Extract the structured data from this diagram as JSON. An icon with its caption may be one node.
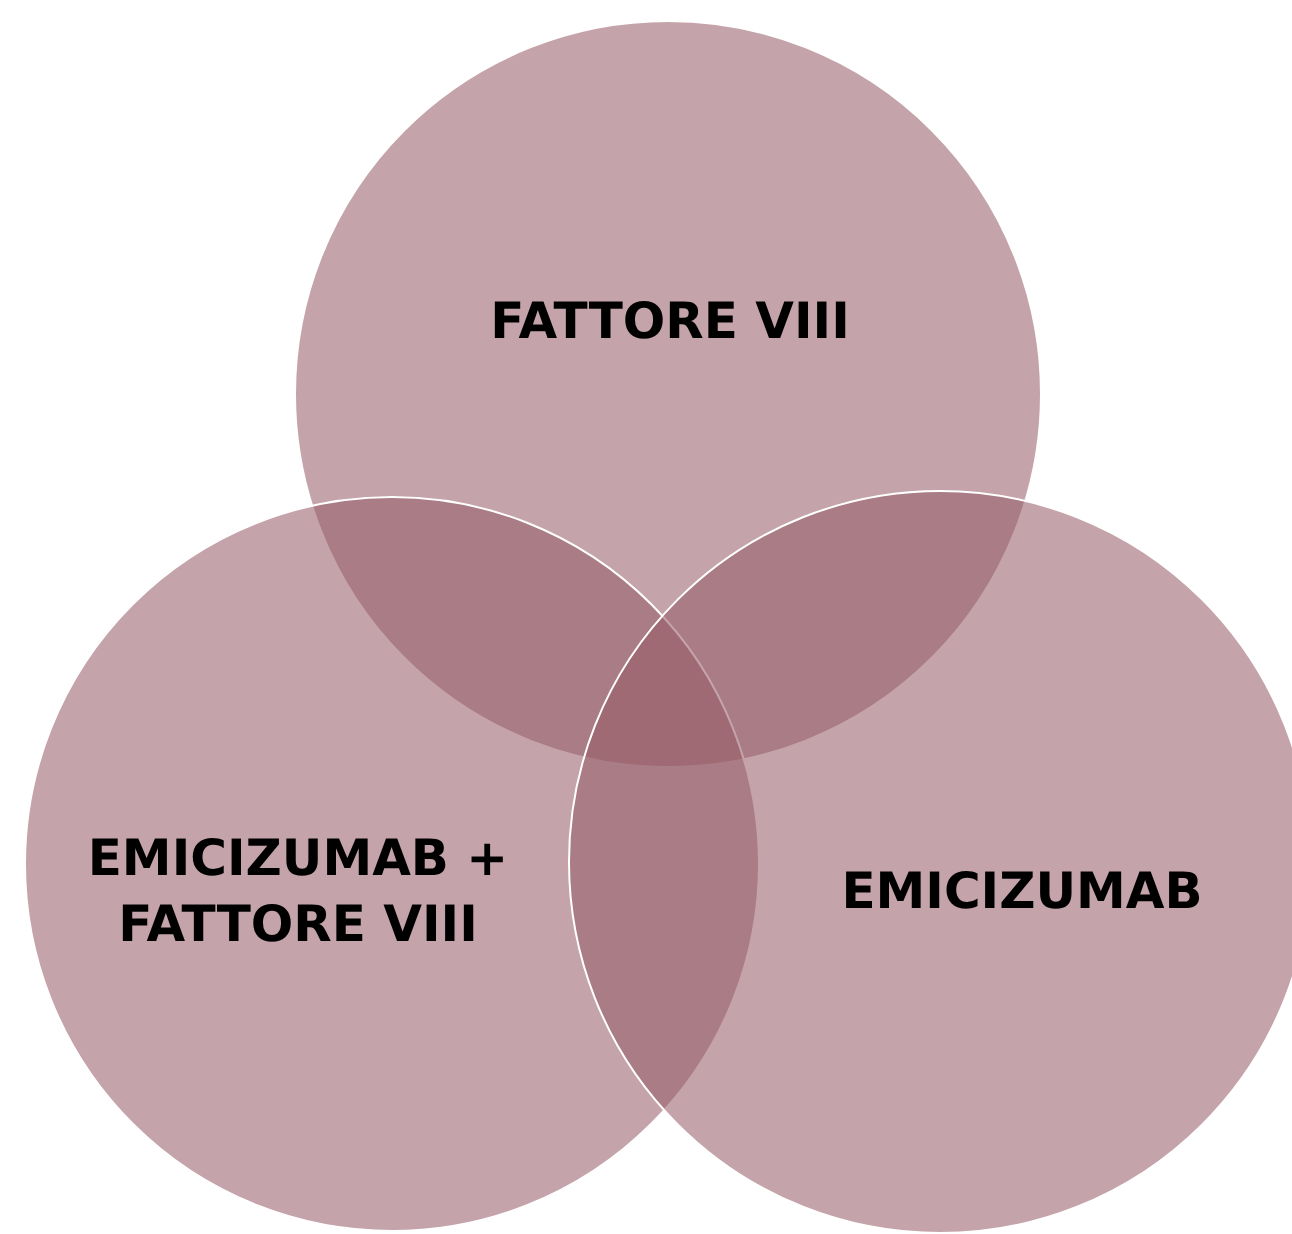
{
  "diagram": {
    "nodes": [
      {
        "text": [
          "FATTORE VIII"
        ]
      },
      {
        "text": [
          "EMICIZUMAB + FATTORE VIII"
        ]
      },
      {
        "text": [
          "EMICIZUMAB"
        ]
      }
    ],
    "edges": []
  }
}
